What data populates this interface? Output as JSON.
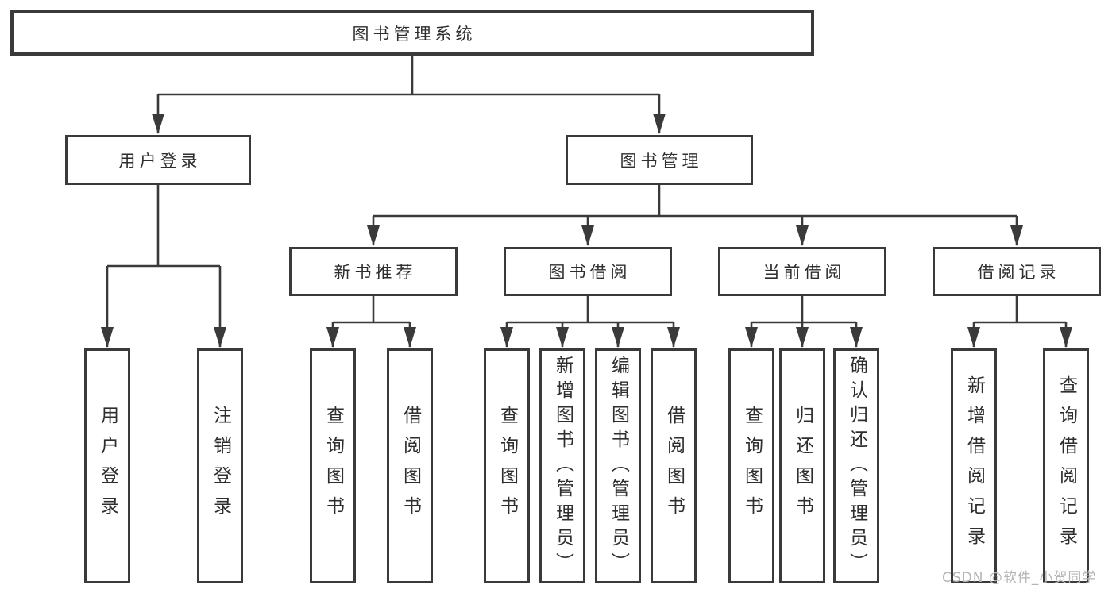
{
  "root": {
    "label": "图书管理系统"
  },
  "level2": {
    "user_login": {
      "label": "用户登录"
    },
    "book_mgmt": {
      "label": "图书管理"
    }
  },
  "level3": {
    "new_books": {
      "label": "新书推荐"
    },
    "book_borrow": {
      "label": "图书借阅"
    },
    "current_borrow": {
      "label": "当前借阅"
    },
    "borrow_records": {
      "label": "借阅记录"
    }
  },
  "leaves": {
    "user_login": [
      "用户登录",
      "注销登录"
    ],
    "new_books": [
      "查询图书",
      "借阅图书"
    ],
    "book_borrow": [
      "查询图书",
      "新增图书（管理员）",
      "编辑图书（管理员）",
      "借阅图书"
    ],
    "current_borrow": [
      "查询图书",
      "归还图书",
      "确认归还（管理员）"
    ],
    "borrow_records": [
      "新增借阅记录",
      "查询借阅记录"
    ]
  },
  "watermark": {
    "text": "CSDN @软件_小贺同学"
  },
  "colors": {
    "line": "#3a3a3a",
    "text": "#2e2e2e",
    "watermark": "#b5b5b5",
    "background": "#ffffff"
  }
}
